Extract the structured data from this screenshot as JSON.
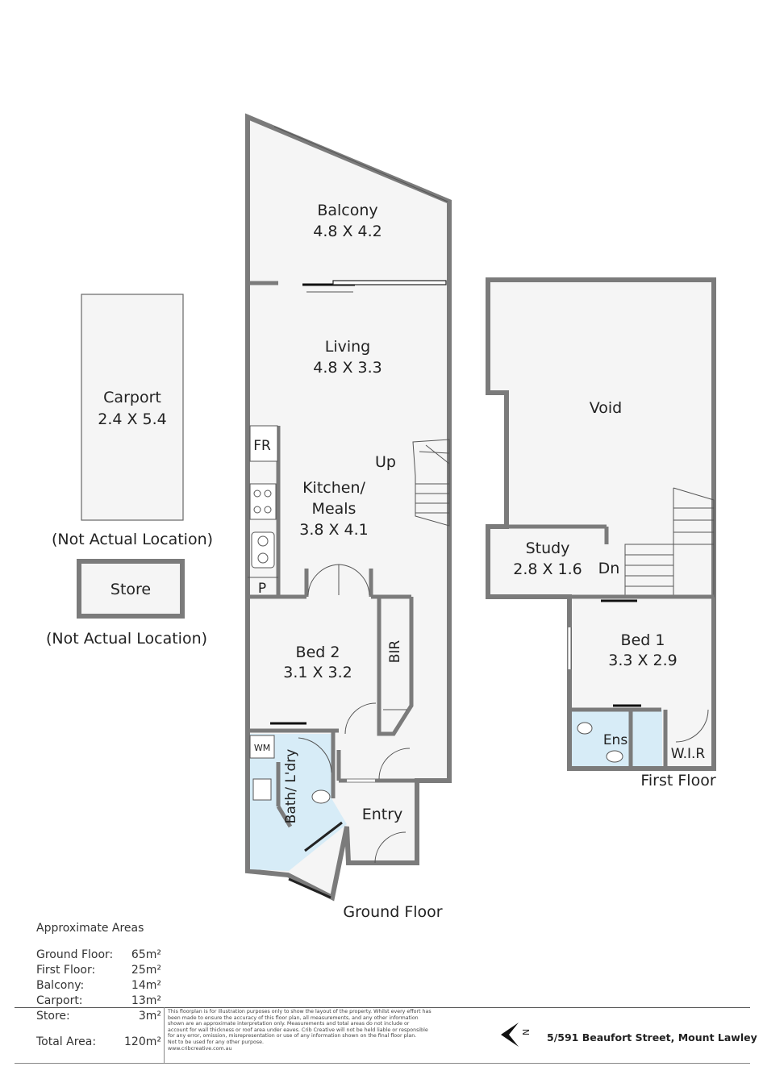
{
  "ground_floor": {
    "title": "Ground Floor",
    "rooms": {
      "balcony": {
        "name": "Balcony",
        "size": "4.8 X 4.2"
      },
      "living": {
        "name": "Living",
        "size": "4.8 X 3.3"
      },
      "kitchen": {
        "name": "Kitchen/",
        "name2": "Meals",
        "size": "3.8 X 4.1"
      },
      "bed2": {
        "name": "Bed 2",
        "size": "3.1 X 3.2"
      },
      "entry": {
        "name": "Entry"
      },
      "bath": {
        "name": "Bath/ L'dry"
      }
    },
    "labels": {
      "fr": "FR",
      "pantry": "P",
      "bir": "BIR",
      "wm": "WM",
      "up": "Up"
    }
  },
  "first_floor": {
    "title": "First Floor",
    "rooms": {
      "void": {
        "name": "Void"
      },
      "study": {
        "name": "Study",
        "size": "2.8 X 1.6"
      },
      "bed1": {
        "name": "Bed 1",
        "size": "3.3 X 2.9"
      },
      "ens": {
        "name": "Ens"
      },
      "wir": {
        "name": "W.I.R"
      }
    },
    "labels": {
      "dn": "Dn"
    }
  },
  "carport": {
    "name": "Carport",
    "size": "2.4 X 5.4",
    "note": "(Not Actual Location)"
  },
  "store": {
    "name": "Store",
    "note": "(Not Actual Location)"
  },
  "areas": {
    "heading": "Approximate Areas",
    "rows": [
      {
        "label": "Ground Floor:",
        "value": "65m²"
      },
      {
        "label": "First Floor:",
        "value": "25m²"
      },
      {
        "label": "Balcony:",
        "value": "14m²"
      },
      {
        "label": "Carport:",
        "value": "13m²"
      },
      {
        "label": "Store:",
        "value": "3m²"
      }
    ],
    "total": {
      "label": "Total Area:",
      "value": "120m²"
    }
  },
  "disclaimer": [
    "This floorplan is for illustration purposes only to show the layout of the property. Whilst every effort has",
    "been made to ensure the accuracy of this floor plan, all measurements, and any other information",
    "shown are an approximate interpretation only. Measurements and total areas do not include or",
    "account for wall thickness or roof area under eaves. Crib Creative will not be held liable or responsible",
    "for any error, omission, misrepresentation or use of any information shown on the final floor plan.",
    "Not to be used for any other purpose.",
    "www.cribcreative.com.au"
  ],
  "compass": {
    "letter": "N"
  },
  "address": "5/591 Beaufort Street, Mount Lawley"
}
